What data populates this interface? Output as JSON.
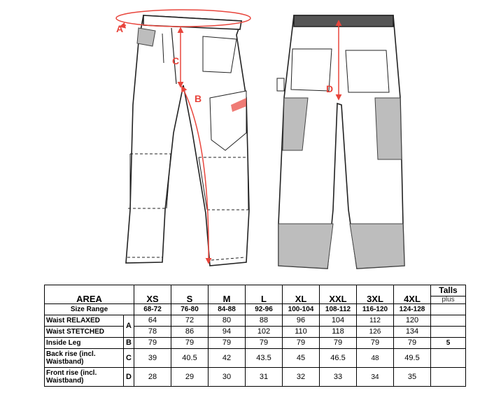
{
  "labels": {
    "a": "A",
    "b": "B",
    "c": "C",
    "d": "D"
  },
  "colors": {
    "measure": "#e8453c",
    "panel": "#bdbdbd",
    "line": "#222222"
  },
  "table": {
    "area_header": "AREA",
    "sizes": [
      "XS",
      "S",
      "M",
      "L",
      "XL",
      "XXL",
      "3XL",
      "4XL"
    ],
    "talls_header": "Talls",
    "talls_sub": "plus",
    "size_range_label": "Size Range",
    "size_ranges": [
      "68-72",
      "76-80",
      "84-88",
      "92-96",
      "100-104",
      "108-112",
      "116-120",
      "124-128"
    ],
    "rows": [
      {
        "label": "Waist RELAXED",
        "code": "A",
        "values": [
          "64",
          "72",
          "80",
          "88",
          "96",
          "104",
          "112",
          "120"
        ],
        "talls": ""
      },
      {
        "label": "Waist STETCHED",
        "code": "",
        "values": [
          "78",
          "86",
          "94",
          "102",
          "110",
          "118",
          "126",
          "134"
        ],
        "talls": ""
      },
      {
        "label": "Inside Leg",
        "code": "B",
        "values": [
          "79",
          "79",
          "79",
          "79",
          "79",
          "79",
          "79",
          "79"
        ],
        "talls": "5"
      },
      {
        "label": "Back rise (incl. Waistband)",
        "code": "C",
        "values": [
          "39",
          "40.5",
          "42",
          "43.5",
          "45",
          "46.5",
          "48",
          "49.5"
        ],
        "talls": ""
      },
      {
        "label": "Front rise (incl. Waistband)",
        "code": "D",
        "values": [
          "28",
          "29",
          "30",
          "31",
          "32",
          "33",
          "34",
          "35"
        ],
        "talls": ""
      }
    ]
  }
}
